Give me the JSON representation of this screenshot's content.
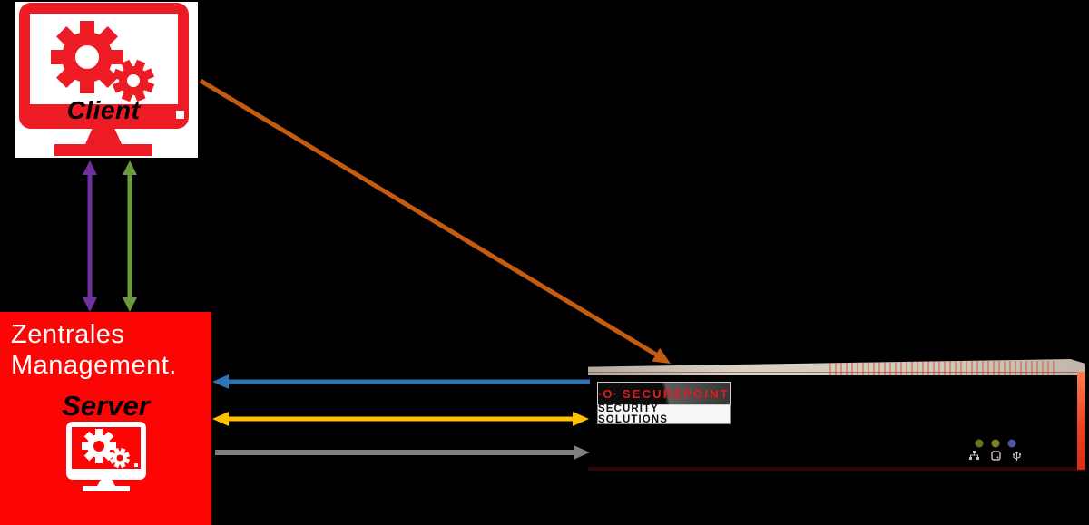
{
  "background_color": "#000000",
  "client": {
    "label": "Client",
    "icon": "client-monitor-gears-icon",
    "box_color": "#ffffff",
    "icon_color": "#ed1c24",
    "label_color": "#000000"
  },
  "management": {
    "title_line1": "Zentrales",
    "title_line2": "Management.",
    "subtitle": "Server",
    "icon": "server-monitor-gears-icon",
    "box_color": "#fd0505",
    "title_color": "#ffffff",
    "subtitle_color": "#000000"
  },
  "appliance": {
    "logo_symbol": "·O·",
    "logo_brand": "SECUREPOINT",
    "logo_tagline": "SECURITY SOLUTIONS",
    "body_color": "#e8311d",
    "top_color": "#cfc8bc",
    "leds": [
      {
        "name": "status-led-1",
        "color": "#66731f"
      },
      {
        "name": "status-led-2",
        "color": "#7d7f2a"
      },
      {
        "name": "status-led-3",
        "color": "#4b55a1"
      }
    ],
    "panel_icons": [
      "network-icon",
      "storage-icon",
      "usb-icon"
    ]
  },
  "arrows": [
    {
      "name": "client-to-appliance",
      "color": "#c55a11",
      "direction": "client to appliance"
    },
    {
      "name": "client-management-left",
      "color": "#7030a0",
      "direction": "bidirectional"
    },
    {
      "name": "client-management-right",
      "color": "#6a9a3d",
      "direction": "bidirectional"
    },
    {
      "name": "appliance-to-management",
      "color": "#2e74b5",
      "direction": "appliance to management"
    },
    {
      "name": "management-appliance-bidirectional",
      "color": "#ffc000",
      "direction": "bidirectional"
    },
    {
      "name": "management-to-appliance",
      "color": "#7f7f7f",
      "direction": "management to appliance"
    }
  ]
}
